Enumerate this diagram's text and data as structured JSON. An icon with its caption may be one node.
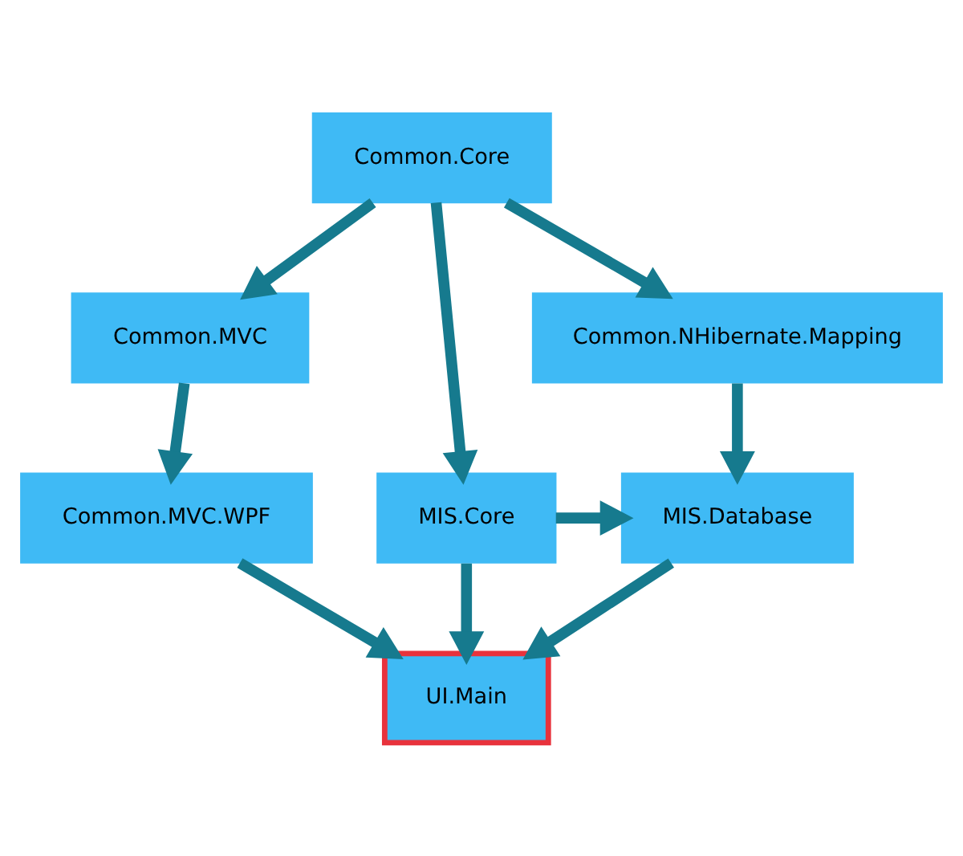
{
  "diagram": {
    "nodes": [
      {
        "text": [
          "Common.Core"
        ]
      },
      {
        "text": [
          "Common.MVC"
        ]
      },
      {
        "text": [
          "Common.NHibernate.Mapping"
        ]
      },
      {
        "text": [
          "Common.MVC.WPF"
        ]
      },
      {
        "text": [
          "MIS.Core"
        ]
      },
      {
        "text": [
          "MIS.Database"
        ]
      },
      {
        "text": [
          "UI.Main"
        ]
      }
    ],
    "edges": [
      {
        "from": 0,
        "to": 1,
        "arrow": "to"
      },
      {
        "from": 0,
        "to": 4,
        "arrow": "to"
      },
      {
        "from": 0,
        "to": 2,
        "arrow": "to"
      },
      {
        "from": 1,
        "to": 3,
        "arrow": "to"
      },
      {
        "from": 2,
        "to": 5,
        "arrow": "to"
      },
      {
        "from": 4,
        "to": 5,
        "arrow": "to"
      },
      {
        "from": 3,
        "to": 6,
        "arrow": "to"
      },
      {
        "from": 4,
        "to": 6,
        "arrow": "to"
      },
      {
        "from": 5,
        "to": 6,
        "arrow": "to"
      }
    ]
  }
}
